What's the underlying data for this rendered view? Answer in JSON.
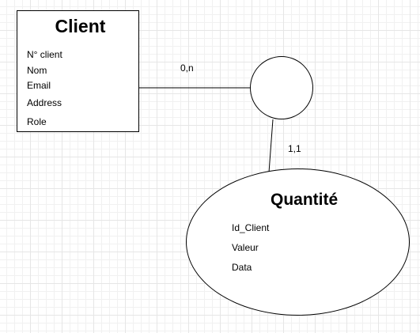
{
  "client": {
    "title": "Client",
    "attributes": [
      "N° client",
      "Nom",
      "Email",
      "Address",
      "Role"
    ]
  },
  "relation": {
    "cardinality_client": "0,n",
    "cardinality_quantite": "1,1"
  },
  "quantite": {
    "title": "Quantité",
    "attributes": [
      "Id_Client",
      "Valeur",
      "Data"
    ]
  }
}
